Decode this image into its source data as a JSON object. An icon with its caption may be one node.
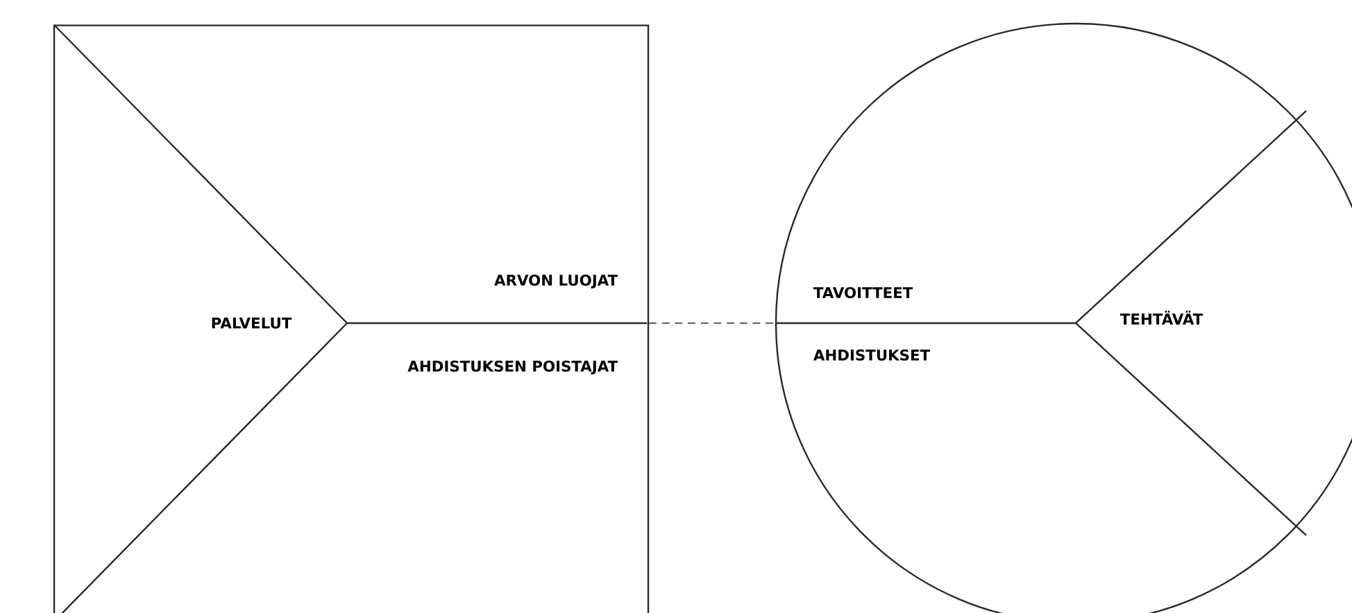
{
  "diagram": {
    "nodes": [
      {
        "text": [
          "PALVELUT",
          "ARVON LUOJAT",
          "AHDISTUKSEN POISTAJAT"
        ]
      },
      {
        "text": [
          "TAVOITTEET",
          "AHDISTUKSET",
          "TEHTÄVÄT"
        ]
      }
    ],
    "edges": [
      {
        "from": 0,
        "to": 1,
        "arrow": "none",
        "style": "dashed"
      }
    ]
  }
}
